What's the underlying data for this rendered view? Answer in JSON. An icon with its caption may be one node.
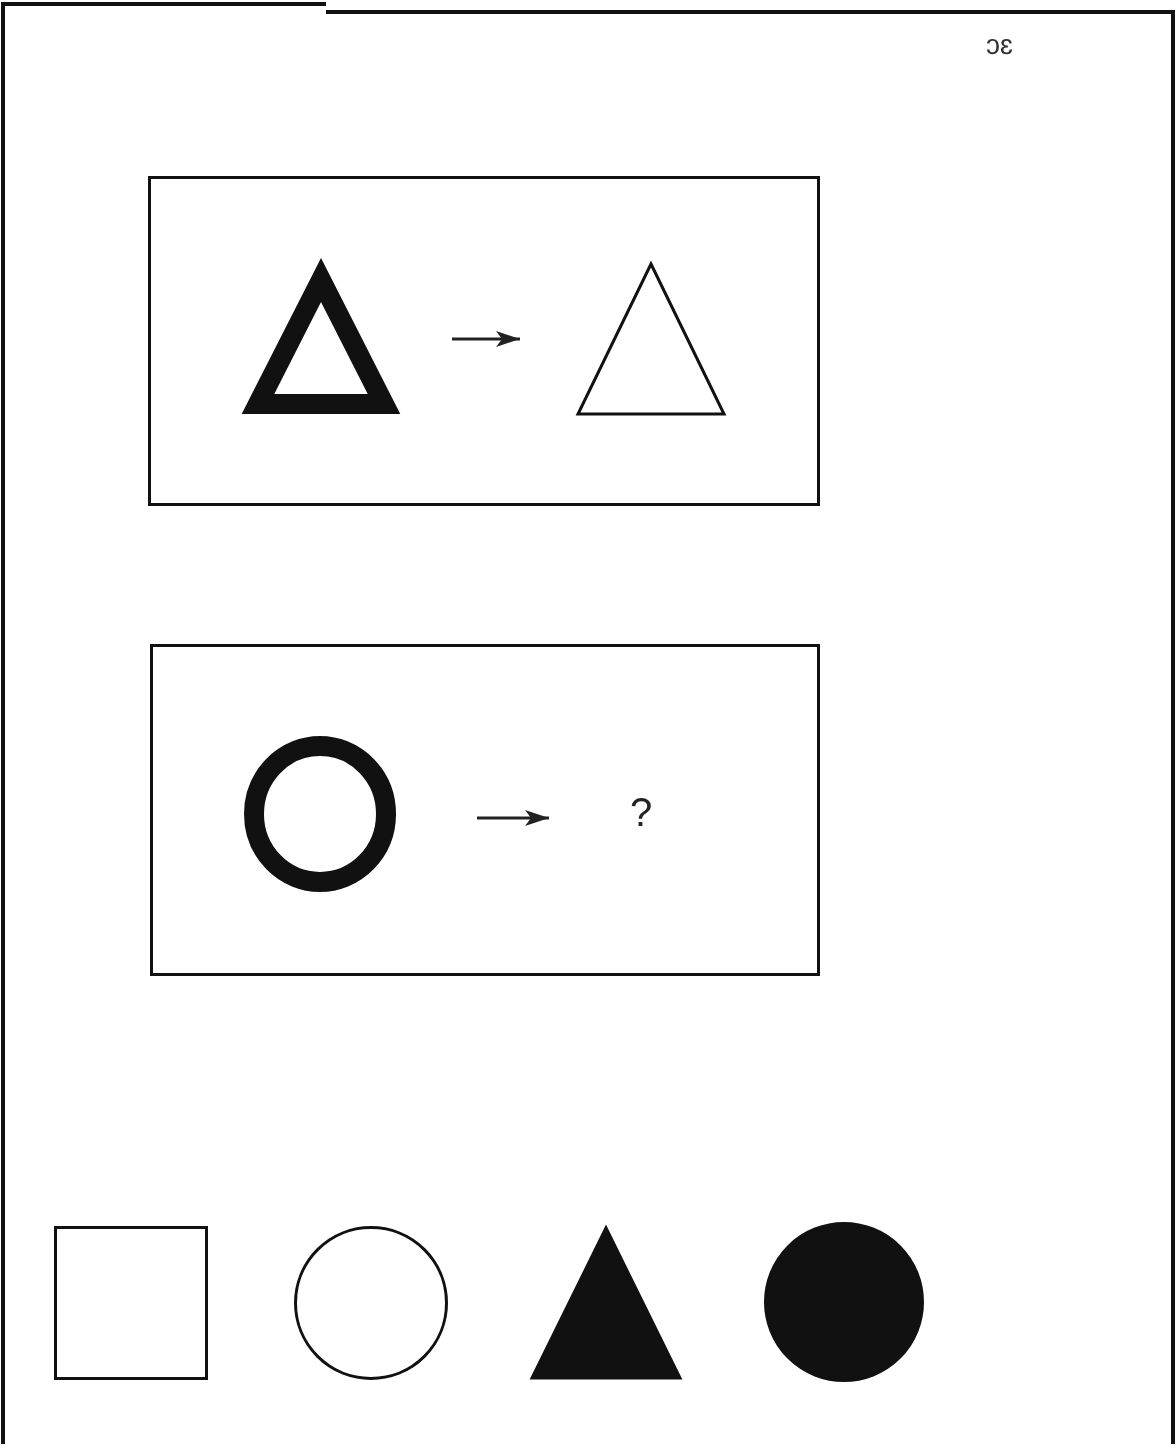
{
  "diagram": {
    "nodes": [
      {
        "text": [],
        "shape": "box"
      },
      {
        "text": [],
        "shape": "triangle",
        "in": 0
      },
      {
        "text": [],
        "shape": "triangle",
        "in": 0
      },
      {
        "text": [],
        "shape": "box"
      },
      {
        "text": [],
        "shape": "circle",
        "in": 3
      },
      {
        "text": [
          "?"
        ],
        "in": 3
      },
      {
        "text": [],
        "shape": "box"
      },
      {
        "text": [],
        "shape": "circle"
      },
      {
        "text": [],
        "shape": "triangle"
      },
      {
        "text": [],
        "shape": "circle"
      }
    ],
    "edges": [
      {
        "from": 1,
        "to": 2,
        "arrow": "to"
      },
      {
        "from": 4,
        "to": 5,
        "arrow": "to"
      }
    ],
    "labels": [
      "ɔɛ"
    ]
  }
}
